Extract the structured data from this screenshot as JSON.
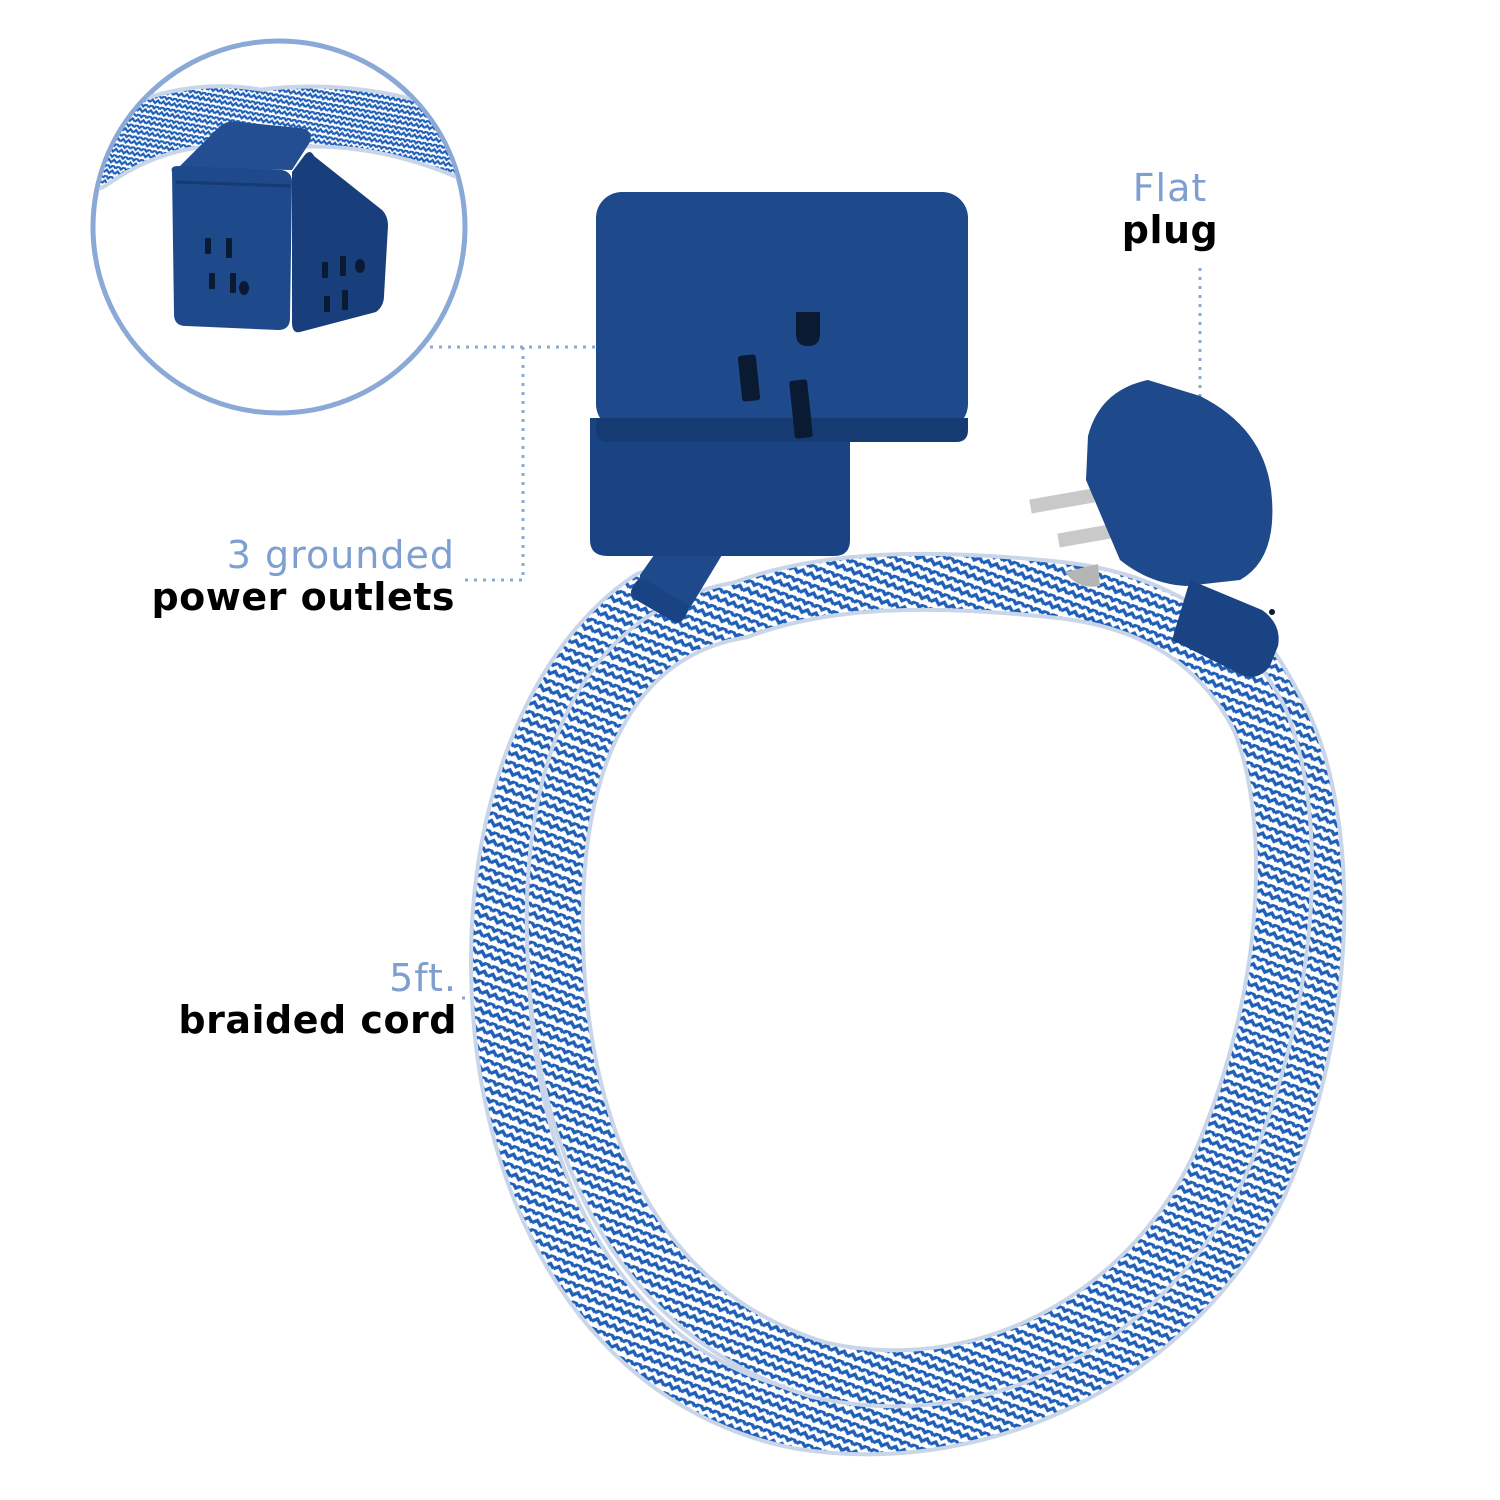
{
  "callouts": {
    "plug": {
      "light": "Flat",
      "bold": "plug"
    },
    "outlets": {
      "light": "3 grounded",
      "bold": "power outlets"
    },
    "cord": {
      "light": "5ft.",
      "bold": "braided cord"
    }
  },
  "colors": {
    "navy": "#1e4a8c",
    "navy_dark": "#163a72",
    "braid_blue": "#1f5fb8",
    "braid_white": "#ffffff",
    "accent_light": "#7f9fd0",
    "circle_stroke": "#8aa9d6"
  },
  "icons": [
    "outlet-cube-icon",
    "flat-plug-icon",
    "braided-cord-icon"
  ]
}
